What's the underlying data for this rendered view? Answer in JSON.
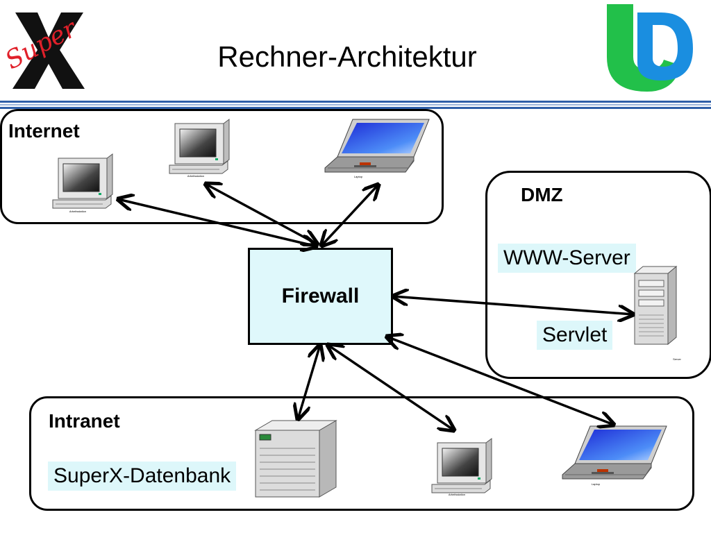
{
  "header": {
    "title": "Rechner-Architektur",
    "logo_left_text": "Super",
    "logo_left_letter": "X"
  },
  "zones": {
    "internet": "Internet",
    "dmz": "DMZ",
    "intranet": "Intranet"
  },
  "nodes": {
    "firewall": "Firewall",
    "www_server": "WWW-Server",
    "servlet": "Servlet",
    "database": "SuperX-Datenbank",
    "workstation_caption": "Arbeitsstation",
    "laptop_caption": "Laptop",
    "server_caption": "Server"
  },
  "colors": {
    "firewall_fill": "#dff8fb",
    "highlight_fill": "#ddf7fa",
    "logo_red": "#e0202a",
    "logo_green": "#22c04a",
    "logo_blue": "#1a8ee0"
  }
}
